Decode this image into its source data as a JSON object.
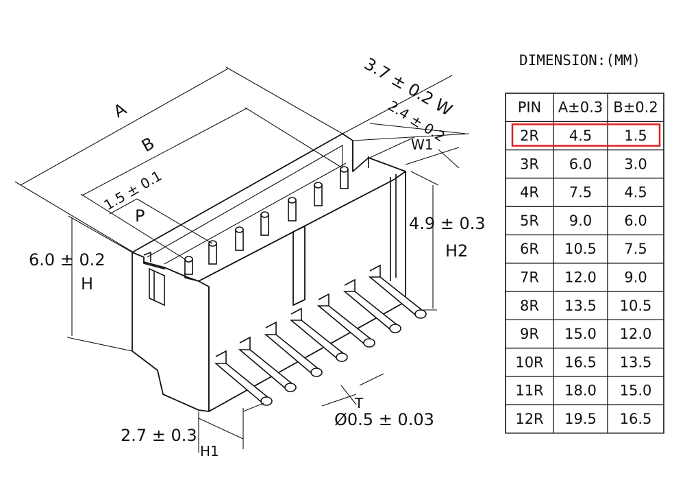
{
  "labels": {
    "dim_A": "A",
    "dim_B": "B",
    "dim_W": "3.7 ± 0.2 W",
    "dim_W1_val": "2.4 ± 0.2",
    "dim_W1": "W1",
    "dim_P_val": "1.5 ± 0.1",
    "dim_P": "P",
    "dim_H_val": "6.0 ± 0.2",
    "dim_H": "H",
    "dim_H2_val": "4.9 ± 0.3",
    "dim_H2": "H2",
    "dim_H1_val": "2.7 ± 0.3",
    "dim_H1": "H1",
    "dim_T": "T",
    "dim_T_val": "Ø0.5 ± 0.03"
  },
  "table": {
    "title": "DIMENSION:(MM)",
    "headers": [
      "PIN",
      "A±0.3",
      "B±0.2"
    ],
    "rows": [
      [
        "2R",
        "4.5",
        "1.5"
      ],
      [
        "3R",
        "6.0",
        "3.0"
      ],
      [
        "4R",
        "7.5",
        "4.5"
      ],
      [
        "5R",
        "9.0",
        "6.0"
      ],
      [
        "6R",
        "10.5",
        "7.5"
      ],
      [
        "7R",
        "12.0",
        "9.0"
      ],
      [
        "8R",
        "13.5",
        "10.5"
      ],
      [
        "9R",
        "15.0",
        "12.0"
      ],
      [
        "10R",
        "16.5",
        "13.5"
      ],
      [
        "11R",
        "18.0",
        "15.0"
      ],
      [
        "12R",
        "19.5",
        "16.5"
      ]
    ],
    "highlight_row_index": 0,
    "highlight_color": "#e02020"
  }
}
